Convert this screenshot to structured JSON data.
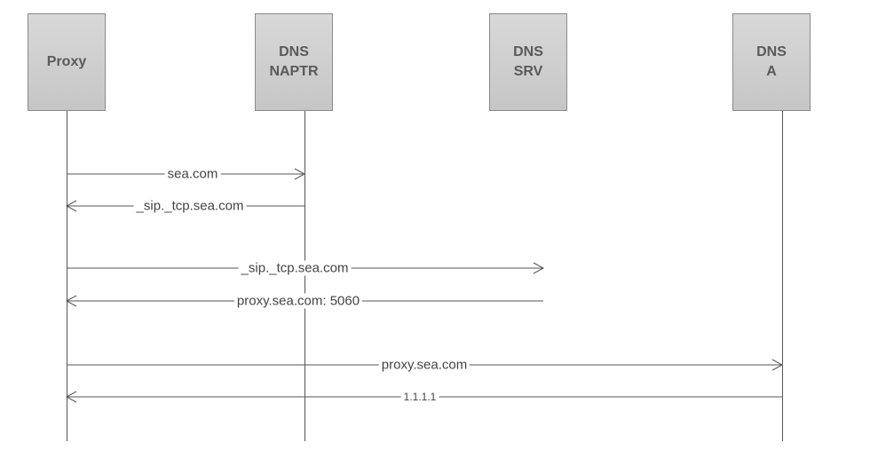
{
  "actors": [
    {
      "id": "proxy",
      "lines": [
        "Proxy"
      ]
    },
    {
      "id": "naptr",
      "lines": [
        "DNS",
        "NAPTR"
      ]
    },
    {
      "id": "srv",
      "lines": [
        "DNS",
        "SRV"
      ]
    },
    {
      "id": "a",
      "lines": [
        "DNS",
        "A"
      ]
    }
  ],
  "messages": [
    {
      "from": "proxy",
      "to": "naptr",
      "label": "sea.com"
    },
    {
      "from": "naptr",
      "to": "proxy",
      "label": "_sip._tcp.sea.com"
    },
    {
      "from": "proxy",
      "to": "srv",
      "label": "_sip._tcp.sea.com"
    },
    {
      "from": "srv",
      "to": "proxy",
      "label": "proxy.sea.com: 5060"
    },
    {
      "from": "proxy",
      "to": "a",
      "label": "proxy.sea.com"
    },
    {
      "from": "a",
      "to": "proxy",
      "label": "1.1.1.1"
    }
  ],
  "colors": {
    "box_fill": "#cfcfcf",
    "box_border": "#8a8a8a",
    "text": "#5a5a5a",
    "line": "#555555"
  }
}
